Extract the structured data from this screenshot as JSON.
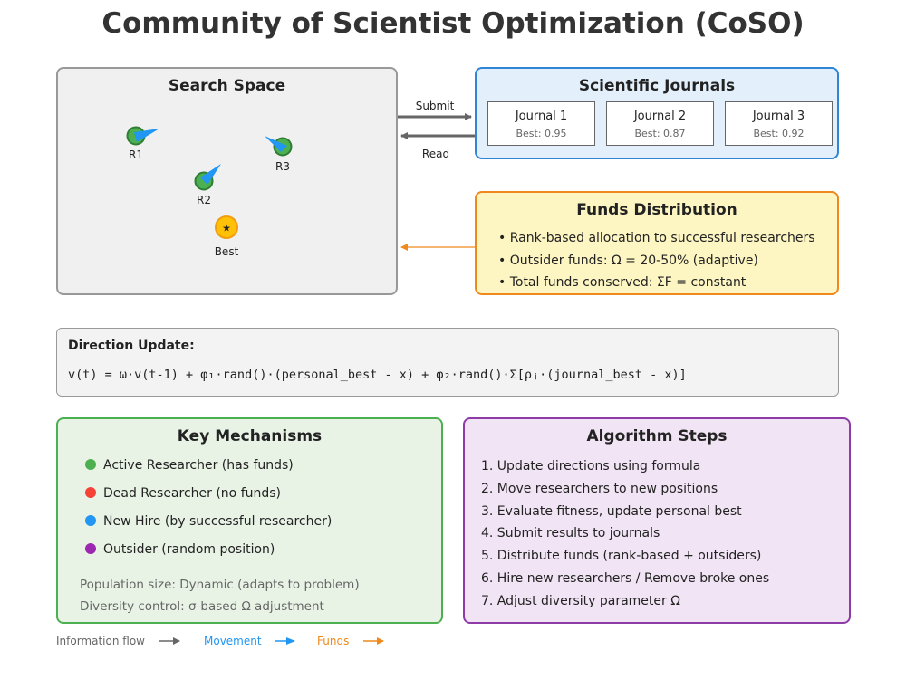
{
  "title": "Community of Scientist Optimization (CoSO)",
  "search_space": {
    "title": "Search Space",
    "researchers": [
      {
        "label": "R1"
      },
      {
        "label": "R2"
      },
      {
        "label": "R3"
      }
    ],
    "best_label": "Best",
    "best_icon": "star-icon"
  },
  "flows": {
    "submit_label": "Submit",
    "read_label": "Read"
  },
  "journals": {
    "title": "Scientific Journals",
    "items": [
      {
        "name": "Journal 1",
        "best": "Best: 0.95"
      },
      {
        "name": "Journal 2",
        "best": "Best: 0.87"
      },
      {
        "name": "Journal 3",
        "best": "Best: 0.92"
      }
    ]
  },
  "funds": {
    "title": "Funds Distribution",
    "bullets": [
      "• Rank-based allocation to successful researchers",
      "• Outsider funds: Ω = 20-50% (adaptive)",
      "• Total funds conserved: ΣF = constant"
    ]
  },
  "direction": {
    "title": "Direction Update:",
    "formula": "v(t) = ω·v(t-1) + φ₁·rand()·(personal_best - x) + φ₂·rand()·Σ[ρⱼ·(journal_best - x)]"
  },
  "mechanisms": {
    "title": "Key Mechanisms",
    "items": [
      {
        "label": "Active Researcher (has funds)",
        "color": "#4caf50"
      },
      {
        "label": "Dead Researcher (no funds)",
        "color": "#f44336"
      },
      {
        "label": "New Hire (by successful researcher)",
        "color": "#2196f3"
      },
      {
        "label": "Outsider (random position)",
        "color": "#9c27b0"
      }
    ],
    "notes": [
      "Population size: Dynamic (adapts to problem)",
      "Diversity control: σ-based Ω adjustment"
    ]
  },
  "steps": {
    "title": "Algorithm Steps",
    "items": [
      "1. Update directions using formula",
      "2. Move researchers to new positions",
      "3. Evaluate fitness, update personal best",
      "4. Submit results to journals",
      "5. Distribute funds (rank-based + outsiders)",
      "6. Hire new researchers / Remove broke ones",
      "7. Adjust diversity parameter Ω"
    ]
  },
  "legend": {
    "information": {
      "label": "Information flow",
      "color": "#666666"
    },
    "movement": {
      "label": "Movement",
      "color": "#2196f3"
    },
    "funds": {
      "label": "Funds",
      "color": "#ee8a1d"
    }
  }
}
